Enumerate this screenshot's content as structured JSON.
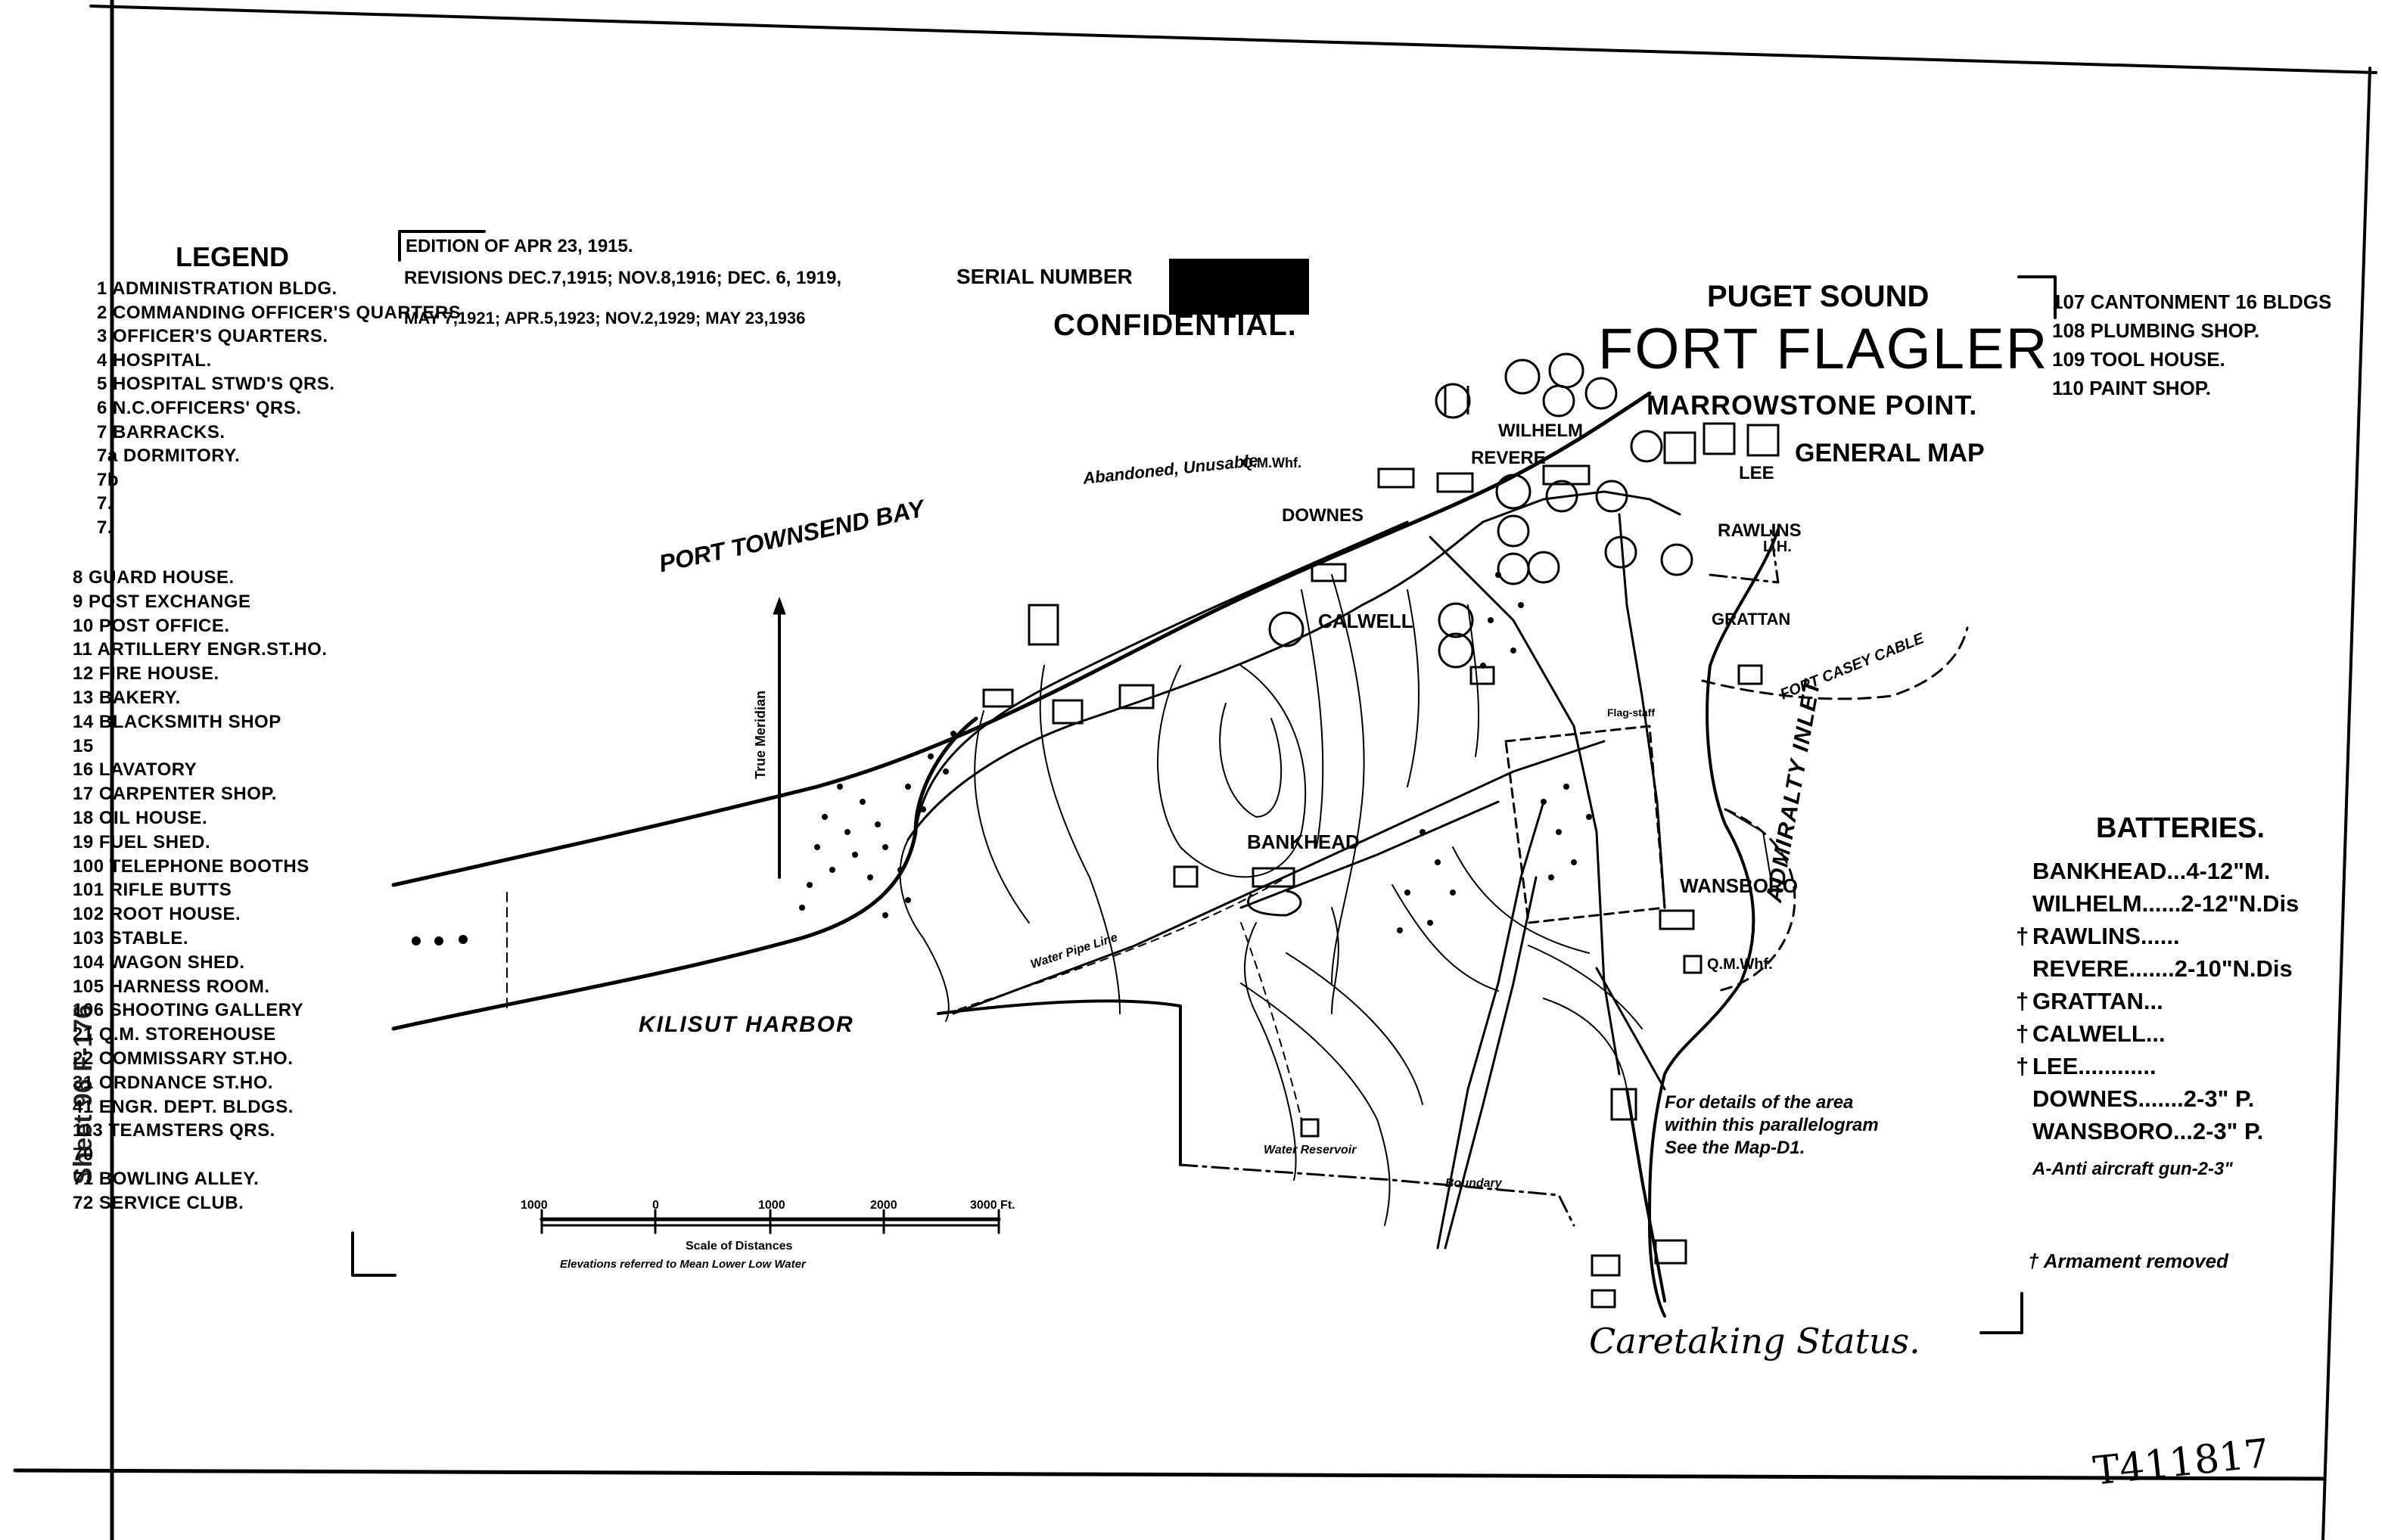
{
  "header": {
    "legend_title": "LEGEND",
    "edition_line1": "EDITION OF APR 23, 1915.",
    "edition_line2": "REVISIONS DEC.7,1915; NOV.8,1916; DEC. 6, 1919,",
    "edition_line3": "MAY 7,1921; APR.5,1923; NOV.2,1929; MAY 23,1936",
    "serial_label": "SERIAL NUMBER",
    "classification": "CONFIDENTIAL.",
    "region": "PUGET SOUND",
    "title": "FORT FLAGLER",
    "subtitle": "MARROWSTONE POINT.",
    "map_type": "GENERAL MAP"
  },
  "legend_items": [
    "1 ADMINISTRATION BLDG.",
    "2 COMMANDING OFFICER'S QUARTERS",
    "3 OFFICER'S QUARTERS.",
    "4 HOSPITAL.",
    "5 HOSPITAL STWD'S QRS.",
    "6 N.C.OFFICERS' QRS.",
    "7 BARRACKS.",
    "7a DORMITORY.",
    "7b",
    "7.",
    "7."
  ],
  "legend_items_2": [
    "8 GUARD HOUSE.",
    "9 POST EXCHANGE",
    "10 POST OFFICE.",
    "11 ARTILLERY ENGR.ST.HO.",
    "12 FIRE HOUSE.",
    "13 BAKERY.",
    "14 BLACKSMITH SHOP",
    "15",
    "16 LAVATORY",
    "17 CARPENTER SHOP.",
    "18 OIL HOUSE.",
    "19 FUEL SHED.",
    "100 TELEPHONE BOOTHS",
    "101 RIFLE BUTTS",
    "102 ROOT HOUSE.",
    "103 STABLE.",
    "104 WAGON SHED.",
    "105 HARNESS ROOM.",
    "106 SHOOTING GALLERY",
    "21 Q.M. STOREHOUSE",
    "22 COMMISSARY ST.HO.",
    "31 ORDNANCE ST.HO.",
    "41 ENGR. DEPT. BLDGS.",
    "113 TEAMSTERS QRS.",
    "70",
    "71 BOWLING ALLEY.",
    "72 SERVICE CLUB."
  ],
  "buildings_right": [
    "107 CANTONMENT 16 BLDGS",
    "108 PLUMBING SHOP.",
    "109 TOOL HOUSE.",
    "110 PAINT SHOP."
  ],
  "batteries": {
    "title": "BATTERIES.",
    "entries": [
      {
        "mark": "",
        "text": "BANKHEAD...4-12\"M."
      },
      {
        "mark": "",
        "text": "WILHELM......2-12\"N.Dis"
      },
      {
        "mark": "†",
        "text": "RAWLINS......"
      },
      {
        "mark": "",
        "text": "REVERE.......2-10\"N.Dis"
      },
      {
        "mark": "†",
        "text": "GRATTAN..."
      },
      {
        "mark": "†",
        "text": "CALWELL..."
      },
      {
        "mark": "†",
        "text": "LEE............"
      },
      {
        "mark": "",
        "text": "DOWNES.......2-3\" P."
      },
      {
        "mark": "",
        "text": "WANSBORO...2-3\" P."
      }
    ],
    "aa_note": "A-Anti aircraft gun-2-3\"",
    "removed_note": "† Armament removed"
  },
  "map_labels": {
    "port_townsend_bay": "PORT TOWNSEND BAY",
    "kilisut_harbor": "KILISUT HARBOR",
    "admiralty_inlet": "ADMIRALTY INLET",
    "fort_casey_cable": "FORT CASEY CABLE",
    "true_meridian": "True Meridian",
    "bankhead": "BANKHEAD",
    "calwell": "CALWELL",
    "wilhelm": "WILHELM",
    "revere": "REVERE",
    "downes": "DOWNES",
    "lee": "LEE",
    "rawlins": "RAWLINS",
    "grattan": "GRATTAN",
    "wansboro": "WANSBORO",
    "qm_wharf_1": "Q.M.Whf.",
    "qm_wharf_2": "Q.M.Whf.",
    "abandoned": "Abandoned, Unusable",
    "water_pipe_line": "Water Pipe Line",
    "water_reservoir": "Water Reservoir",
    "boundary": "Boundary",
    "flag_staff": "Flag-staff",
    "details_note_1": "For details of the area",
    "details_note_2": "within this parallelogram",
    "details_note_3": "See the Map-D1.",
    "caretaking": "Caretaking Status.",
    "lm": "L.H."
  },
  "scale": {
    "ticks": [
      "1000",
      "0",
      "1000",
      "2000",
      "3000 Ft."
    ],
    "caption": "Scale of Distances",
    "note": "Elevations referred to Mean Lower Low Water"
  },
  "margin": {
    "left_vertical": "Sheet 96 F-176",
    "file_stamp": "T411817"
  }
}
